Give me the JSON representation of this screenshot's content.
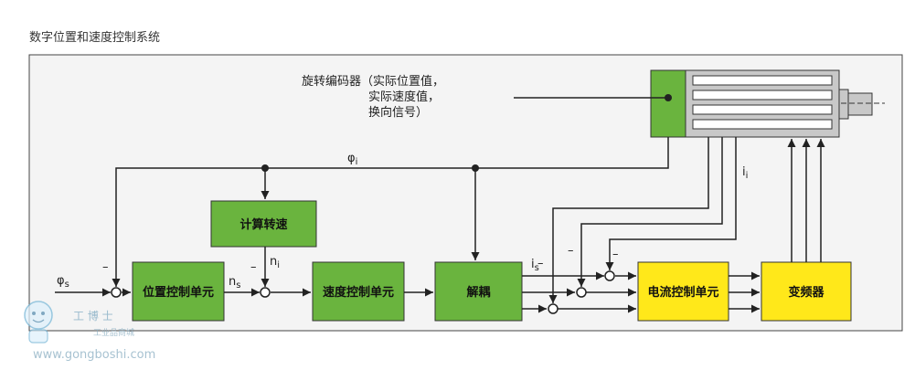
{
  "title": "数字位置和速度控制系统",
  "encoder_note": {
    "line1": "旋转编码器（实际位置值，",
    "line2": "实际速度值，",
    "line3": "换向信号）"
  },
  "blocks": {
    "speed_calc": "计算转速",
    "position_ctrl": "位置控制单元",
    "speed_ctrl": "速度控制单元",
    "decoupling": "解耦",
    "current_ctrl": "电流控制单元",
    "inverter": "变频器"
  },
  "signals": {
    "phi_s_main": "φ",
    "phi_s_sub": "s",
    "phi_i_main": "φ",
    "phi_i_sub": "i",
    "n_s_main": "n",
    "n_s_sub": "s",
    "n_i_main": "n",
    "n_i_sub": "i",
    "i_s_main": "i",
    "i_s_sub": "s",
    "i_i_main": "i",
    "i_i_sub": "i",
    "minus": "–"
  },
  "watermark": {
    "brand": "工 博 士",
    "sub": "工业品商城",
    "url": "www.gongboshi.com"
  },
  "colors": {
    "green": "#6ab43e",
    "yellow": "#ffe81a",
    "motor_gray": "#c8c8c8",
    "frame_bg": "#f4f4f4",
    "line": "#222222"
  }
}
